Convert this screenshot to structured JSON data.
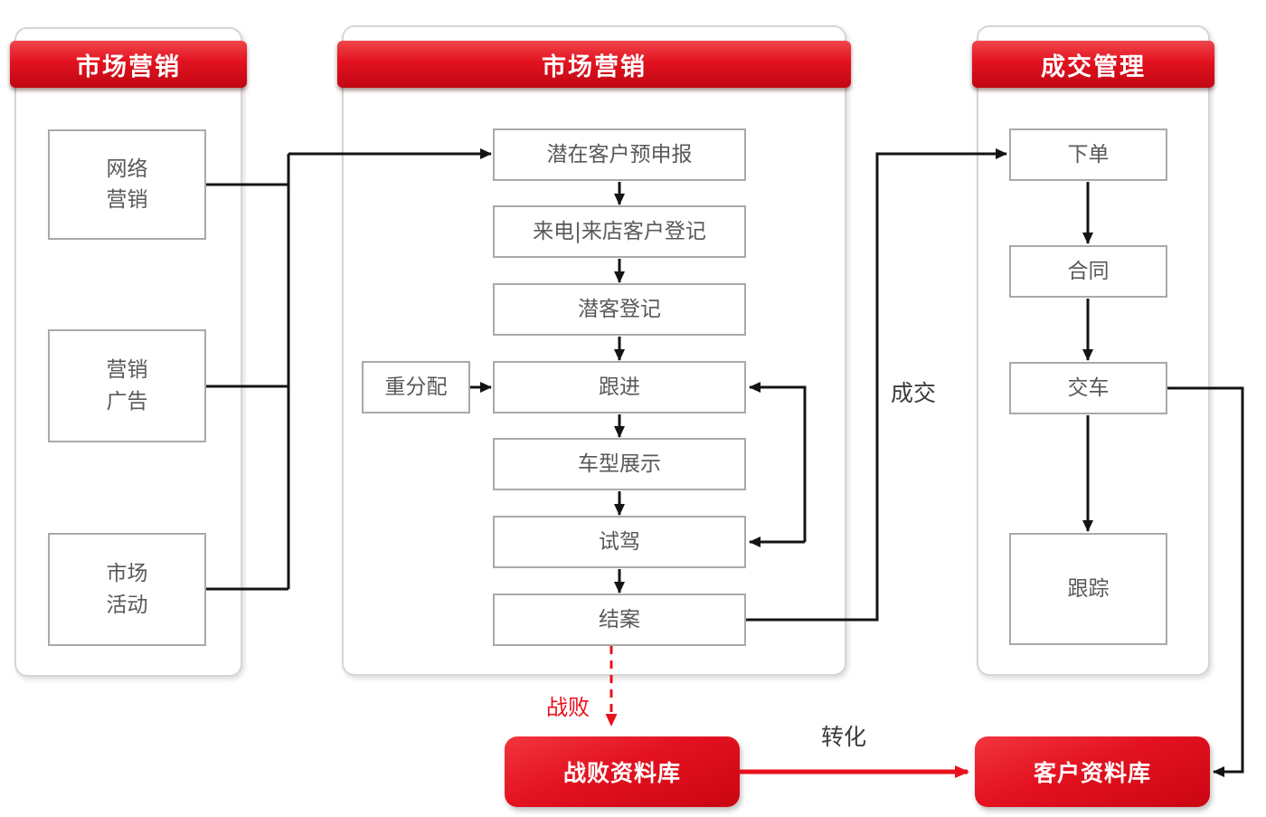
{
  "panels": [
    {
      "id": "marketing-sources",
      "title": "市场营销",
      "boxes": [
        {
          "label": "网络\n营销"
        },
        {
          "label": "营销\n广告"
        },
        {
          "label": "市场\n活动"
        }
      ]
    },
    {
      "id": "marketing-process",
      "title": "市场营销",
      "boxes": [
        {
          "label": "潜在客户预申报"
        },
        {
          "label": "来电|来店客户登记"
        },
        {
          "label": "潜客登记"
        },
        {
          "label": "跟进"
        },
        {
          "label": "车型展示"
        },
        {
          "label": "试驾"
        },
        {
          "label": "结案"
        }
      ],
      "side_box": {
        "label": "重分配"
      }
    },
    {
      "id": "deal-management",
      "title": "成交管理",
      "boxes": [
        {
          "label": "下单"
        },
        {
          "label": "合同"
        },
        {
          "label": "交车"
        },
        {
          "label": "跟踪"
        }
      ]
    }
  ],
  "databases": {
    "lost": {
      "label": "战败资料库"
    },
    "customer": {
      "label": "客户资料库"
    }
  },
  "edge_labels": {
    "deal": "成交",
    "lost": "战败",
    "convert": "转化"
  },
  "colors": {
    "header_red": "#e2121f",
    "accent_red": "#e8101c",
    "line_black": "#141414",
    "node_border": "#a9a9a9",
    "node_text": "#595959"
  }
}
